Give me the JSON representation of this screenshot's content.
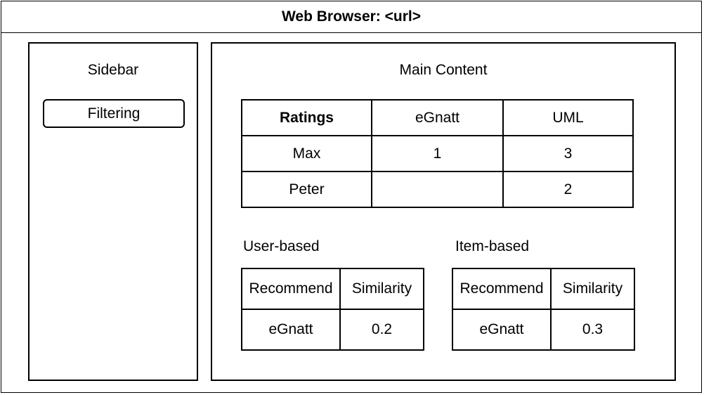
{
  "window": {
    "title": "Web Browser: <url>"
  },
  "sidebar": {
    "title": "Sidebar",
    "filter_button": "Filtering"
  },
  "main": {
    "title": "Main Content",
    "ratings": {
      "header": [
        "Ratings",
        "eGnatt",
        "UML"
      ],
      "rows": [
        [
          "Max",
          "1",
          "3"
        ],
        [
          "Peter",
          "",
          "2"
        ]
      ]
    },
    "user_based": {
      "label": "User-based",
      "header": [
        "Recommend",
        "Similarity"
      ],
      "rows": [
        [
          "eGnatt",
          "0.2"
        ]
      ]
    },
    "item_based": {
      "label": "Item-based",
      "header": [
        "Recommend",
        "Similarity"
      ],
      "rows": [
        [
          "eGnatt",
          "0.3"
        ]
      ]
    }
  }
}
